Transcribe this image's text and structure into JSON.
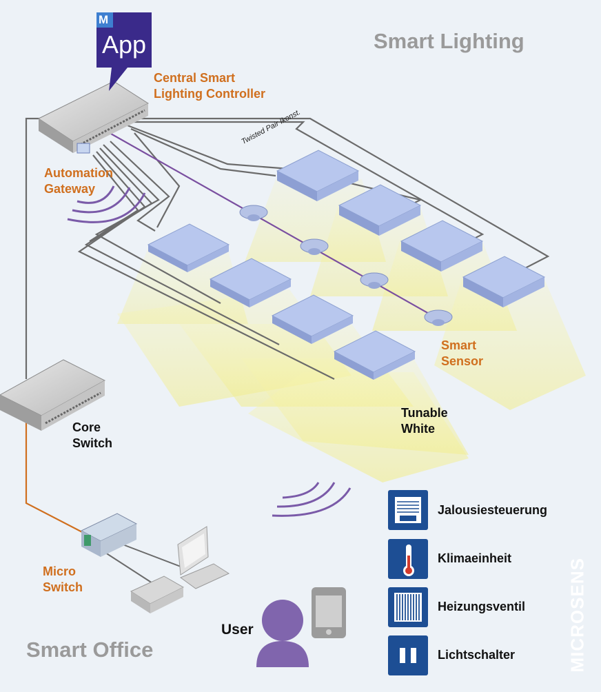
{
  "title": "Smart Lighting",
  "footer_title": "Smart Office",
  "app_badge": "M",
  "app_label": "App",
  "central_controller": [
    "Central Smart",
    "Lighting Controller"
  ],
  "automation_gateway": [
    "Automation",
    "Gateway"
  ],
  "cable_label": "Twisted Pair Ikonst.",
  "smart_sensor": [
    "Smart",
    "Sensor"
  ],
  "tunable_white": [
    "Tunable",
    "White"
  ],
  "core_switch": [
    "Core",
    "Switch"
  ],
  "micro_switch": [
    "Micro",
    "Switch"
  ],
  "user_label": "User",
  "legend": [
    {
      "label": "Jalousiesteuerung",
      "icon": "blinds-icon"
    },
    {
      "label": "Klimaeinheit",
      "icon": "thermometer-icon"
    },
    {
      "label": "Heizungsventil",
      "icon": "radiator-icon"
    },
    {
      "label": "Lichtschalter",
      "icon": "light-switch-icon"
    }
  ],
  "brand": "MICROSENS",
  "colors": {
    "background": "#edf2f7",
    "orange": "#d06f1e",
    "purple": "#7a5aa8",
    "navy": "#1d4e94",
    "cable_gray": "#6b6b6b",
    "light_panel": "#b4c4ea",
    "light_beam": "#f6f2a6"
  }
}
